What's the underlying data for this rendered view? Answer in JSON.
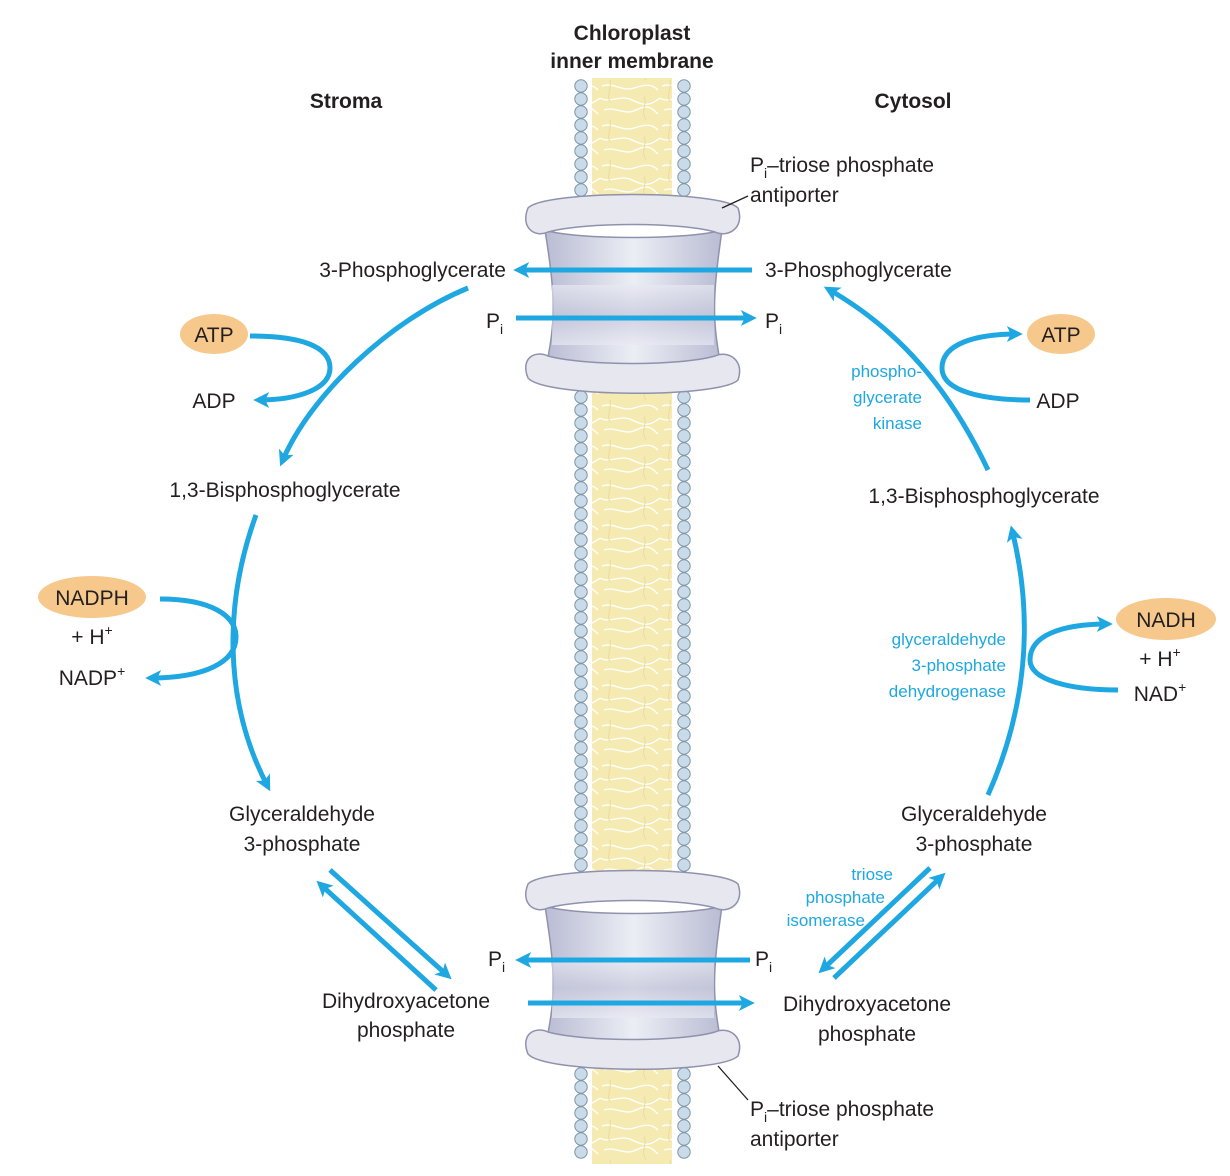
{
  "headers": {
    "membrane_line1": "Chloroplast",
    "membrane_line2": "inner membrane",
    "stroma": "Stroma",
    "cytosol": "Cytosol"
  },
  "transporter": {
    "label_prefix": "P",
    "label_subscript": "i",
    "label_rest": "–triose phosphate",
    "label_line2": "antiporter"
  },
  "metabolites": {
    "pga": "3-Phosphoglycerate",
    "bpg": "1,3-Bisphosphoglycerate",
    "g3p_line1": "Glyceraldehyde",
    "g3p_line2": "3-phosphate",
    "dhap_line1": "Dihydroxyacetone",
    "dhap_line2": "phosphate",
    "pi": "P",
    "pi_sub": "i"
  },
  "cofactors": {
    "atp": "ATP",
    "adp": "ADP",
    "nadph": "NADPH",
    "h_plus": "+ H",
    "nadp": "NADP",
    "nadh": "NADH",
    "nad": "NAD",
    "plus": "+"
  },
  "enzymes": {
    "pgk_line1": "phospho-",
    "pgk_line2": "glycerate",
    "pgk_line3": "kinase",
    "gapdh_line1": "glyceraldehyde",
    "gapdh_line2": "3-phosphate",
    "gapdh_line3": "dehydrogenase",
    "tpi_line1": "triose",
    "tpi_line2": "phosphate",
    "tpi_line3": "isomerase"
  },
  "colors": {
    "arrow": "#1ea7e1",
    "cofactor_fill": "#f6c88b",
    "enzyme_text": "#1ea7e1",
    "membrane_core": "#f5eab2",
    "lipid_head": "#c9dbe8",
    "transporter": "#d9dbe6"
  }
}
